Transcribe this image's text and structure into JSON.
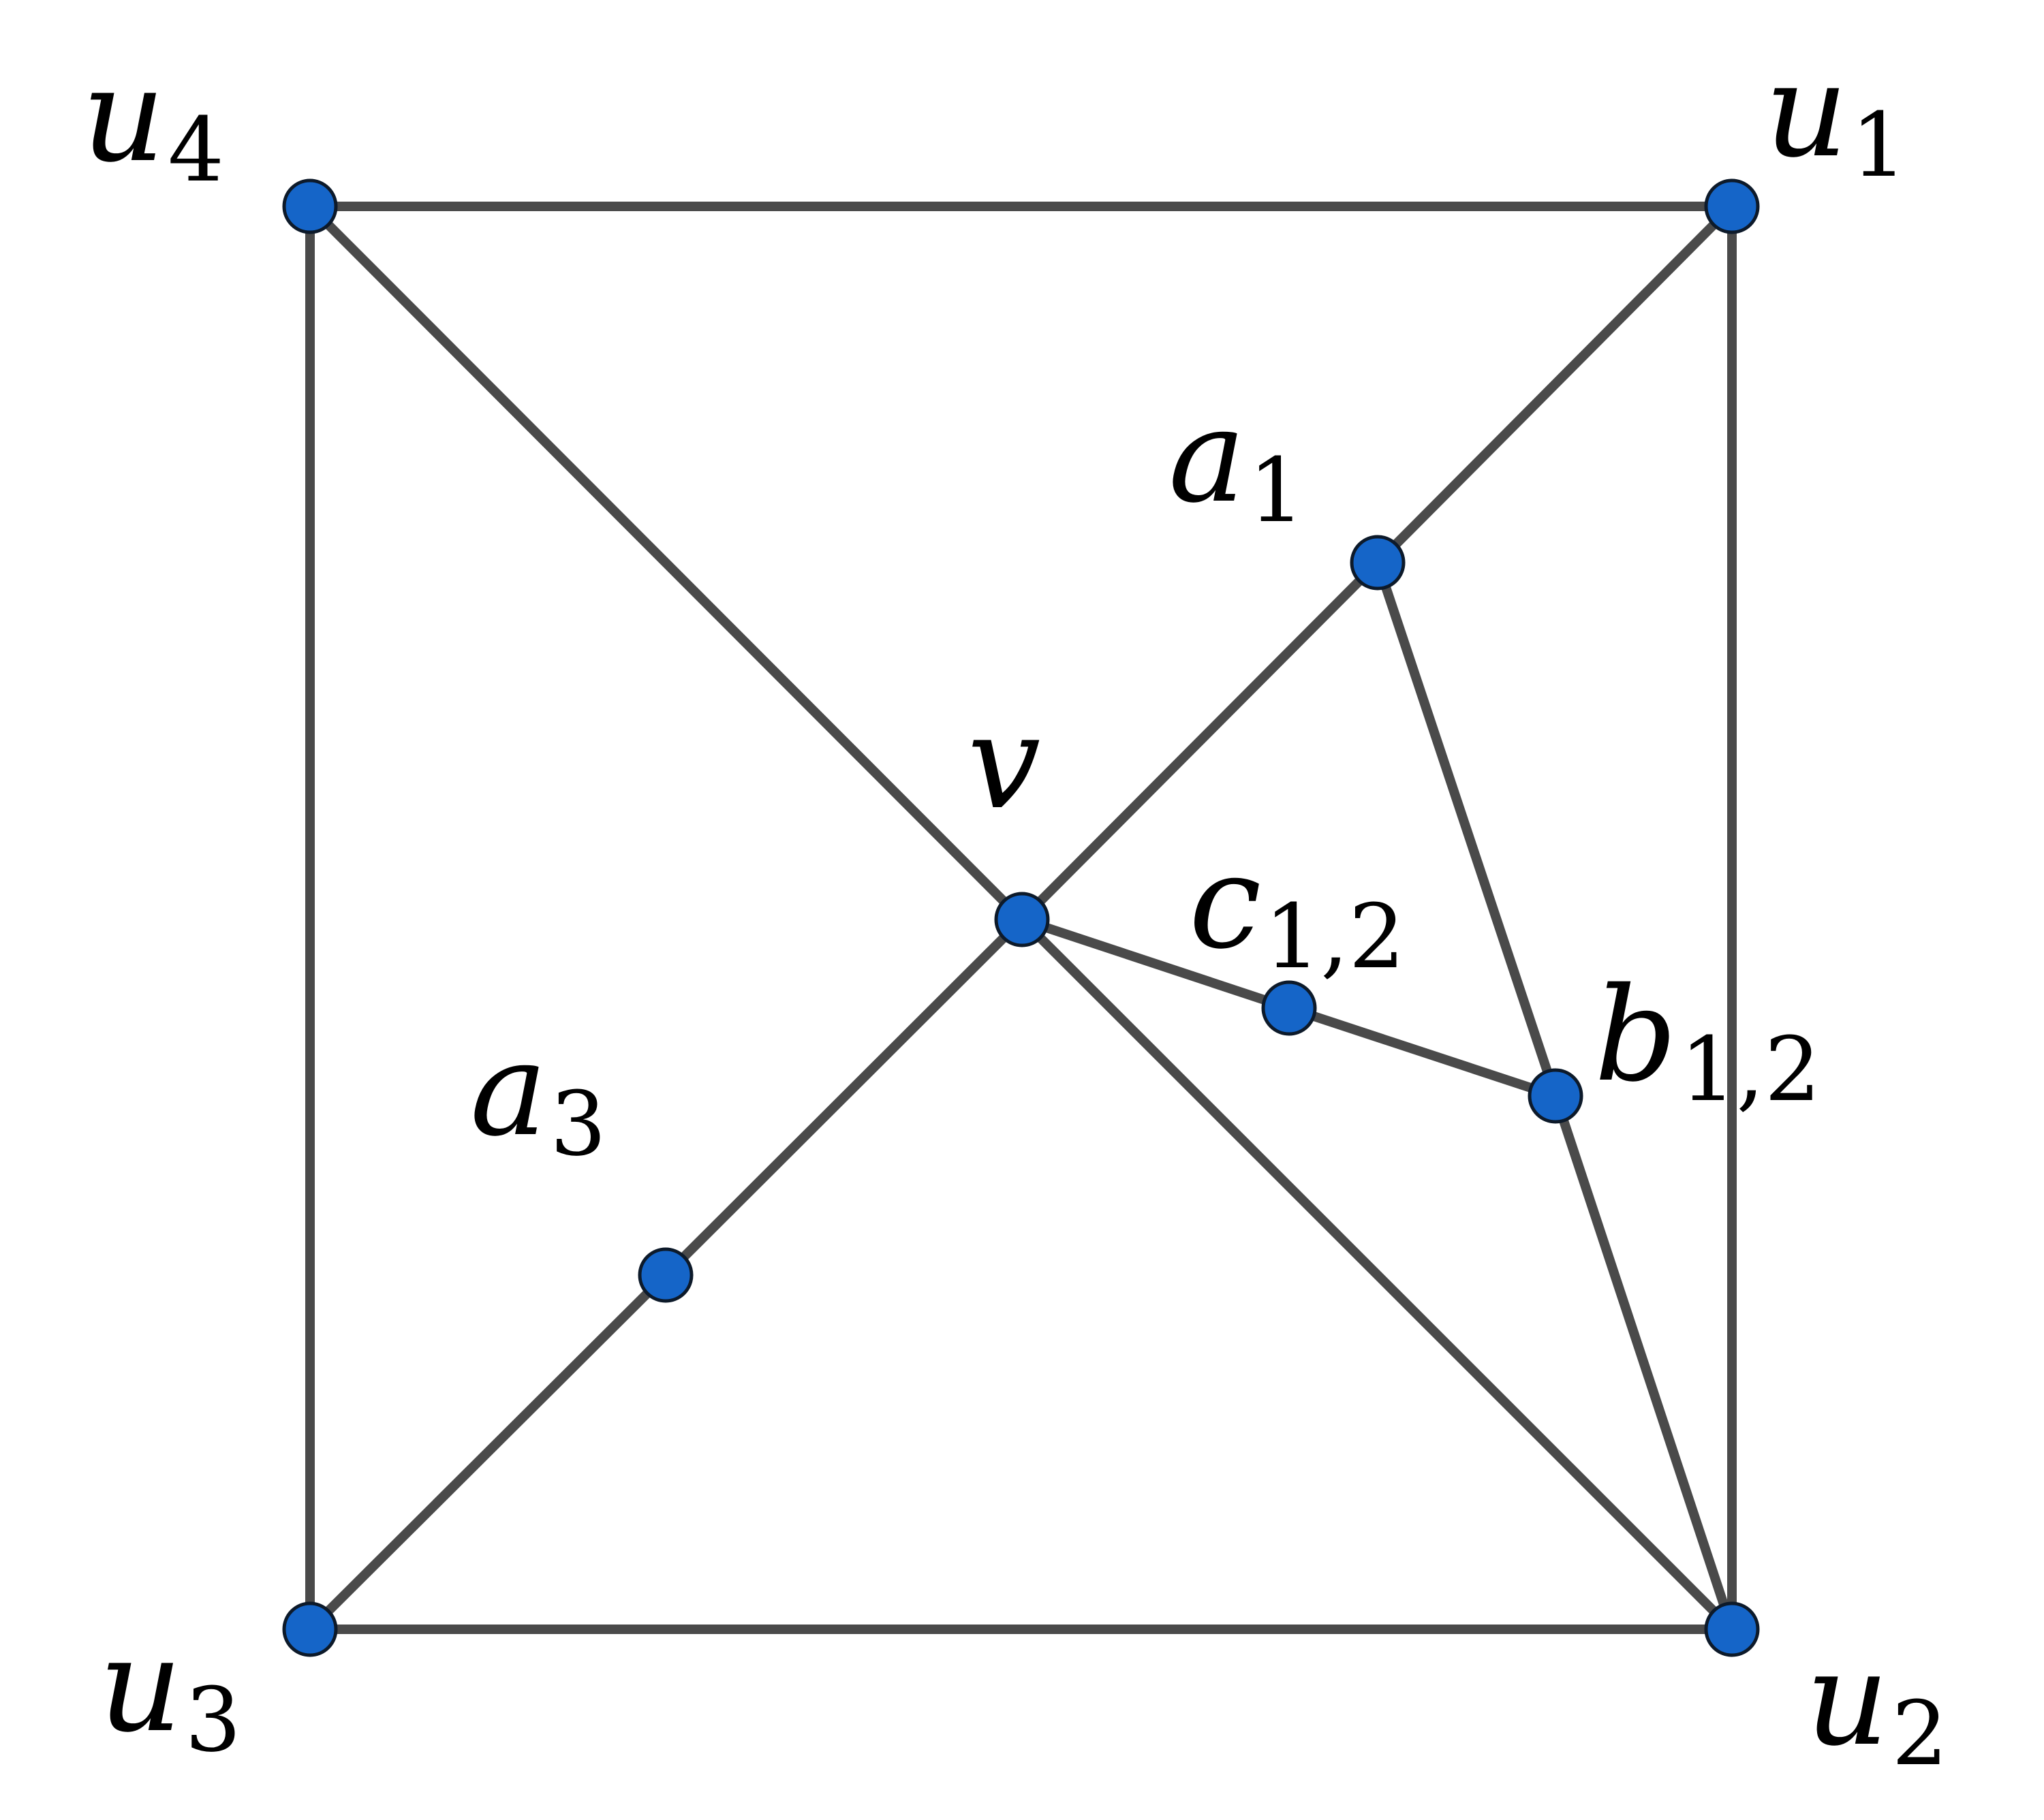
{
  "graph": {
    "vertices": [
      {
        "id": "u1",
        "label": "u",
        "sub": "1"
      },
      {
        "id": "u2",
        "label": "u",
        "sub": "2"
      },
      {
        "id": "u3",
        "label": "u",
        "sub": "3"
      },
      {
        "id": "u4",
        "label": "u",
        "sub": "4"
      },
      {
        "id": "v",
        "label": "v",
        "sub": ""
      },
      {
        "id": "a1",
        "label": "a",
        "sub": "1"
      },
      {
        "id": "a3",
        "label": "a",
        "sub": "3"
      },
      {
        "id": "b12",
        "label": "b",
        "sub": "1,2"
      },
      {
        "id": "c12",
        "label": "c",
        "sub": "1,2"
      }
    ],
    "edges": [
      [
        "u4",
        "u1"
      ],
      [
        "u1",
        "u2"
      ],
      [
        "u2",
        "u3"
      ],
      [
        "u3",
        "u4"
      ],
      [
        "u4",
        "v"
      ],
      [
        "v",
        "u2"
      ],
      [
        "u1",
        "a1"
      ],
      [
        "a1",
        "v"
      ],
      [
        "v",
        "a3"
      ],
      [
        "a3",
        "u3"
      ],
      [
        "a1",
        "b12"
      ],
      [
        "b12",
        "u2"
      ],
      [
        "v",
        "c12"
      ],
      [
        "c12",
        "b12"
      ]
    ],
    "colors": {
      "vertex_fill": "#1565c8",
      "vertex_stroke": "#0d1a2a",
      "edge": "#4a4a4a"
    }
  }
}
